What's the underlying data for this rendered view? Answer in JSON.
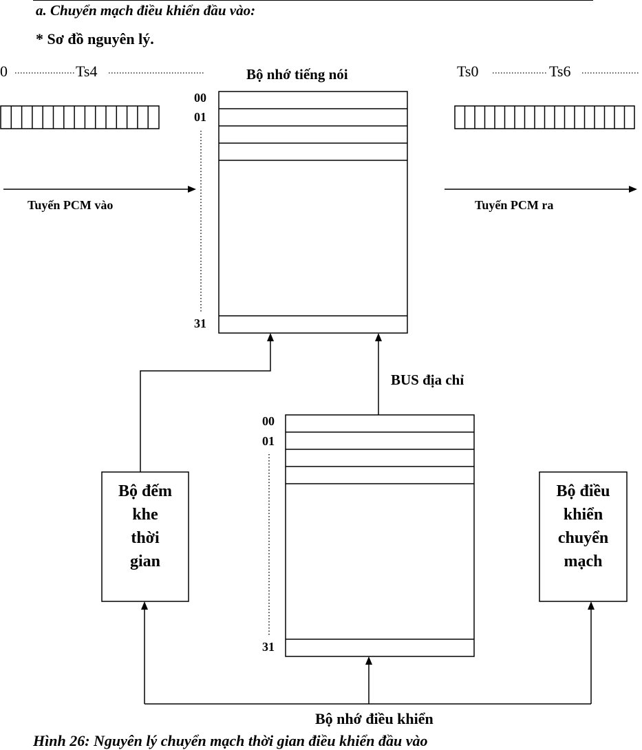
{
  "heading": {
    "section": "a. Chuyển mạch điều khiển đầu vào:",
    "sub": "* Sơ đồ nguyên lý."
  },
  "input_line": {
    "timeslot_left": "0",
    "timeslot_right": "Ts4",
    "label": "Tuyến PCM vào"
  },
  "output_line": {
    "timeslot_left": "Ts0",
    "timeslot_right": "Ts6",
    "label": "Tuyến PCM ra"
  },
  "speech_memory": {
    "title": "Bộ nhớ tiếng nói",
    "addr_first": "00",
    "addr_second": "01",
    "addr_last": "31"
  },
  "control_memory": {
    "title": "Bộ nhớ điều khiển",
    "addr_first": "00",
    "addr_second": "01",
    "addr_last": "31"
  },
  "bus_label": "BUS địa chỉ",
  "counter_box": {
    "lines": [
      "Bộ đếm",
      "khe",
      "thời",
      "gian"
    ]
  },
  "switch_control_box": {
    "lines": [
      "Bộ điều",
      "khiển",
      "chuyển",
      "mạch"
    ]
  },
  "caption": "Hình 26: Nguyên lý chuyển mạch thời gian điều khiển đầu vào"
}
